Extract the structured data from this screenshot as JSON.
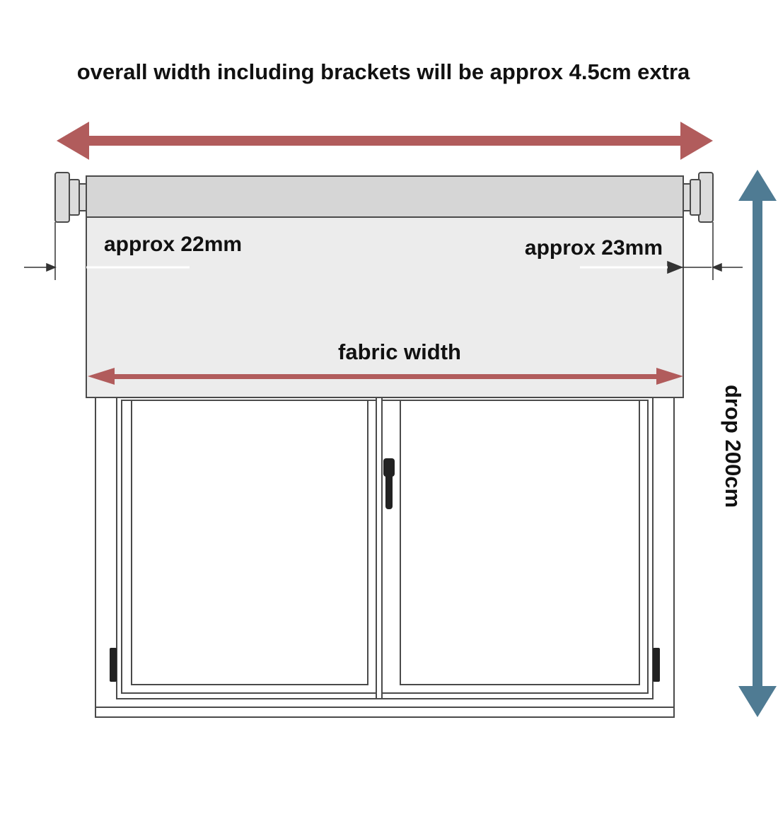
{
  "labels": {
    "title": "overall width including brackets will be approx 4.5cm extra",
    "left_gap": "approx 22mm",
    "right_gap": "approx 23mm",
    "fabric_width": "fabric width",
    "drop": "drop 200cm"
  },
  "colors": {
    "width_arrow": "#b15c5c",
    "drop_arrow": "#4f7b93",
    "blind_fill": "#ececec",
    "roller_fill": "#d6d6d6",
    "outline": "#4a4a4a",
    "window_glass": "#ffffff",
    "handle": "#222222"
  }
}
